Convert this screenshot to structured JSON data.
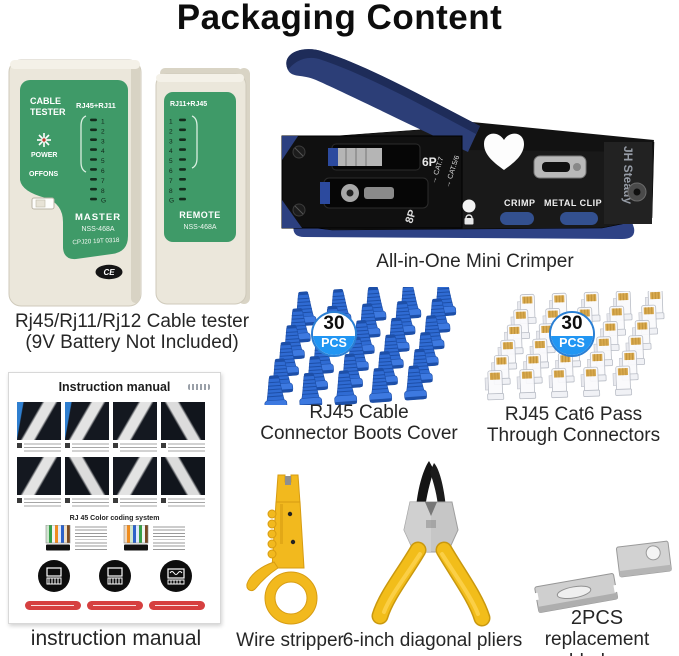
{
  "title": "Packaging Content",
  "colors": {
    "tester_green": "#3f9a68",
    "boots_blue": "#2f6bd3",
    "badge_blue": "#2196f3",
    "badge_ring": "#2a7fd4",
    "crimper_blue": "#2c3e77",
    "tool_yellow": "#f2b91e",
    "manual_accent_red": "#d64040",
    "connector_gold": "#d8a94e"
  },
  "tester": {
    "caption_line1": "Rj45/Rj11/Rj12 Cable tester",
    "caption_line2": "(9V Battery Not Included)",
    "master": {
      "title_line1": "CABLE",
      "title_line2": "TESTER",
      "ports_label": "RJ45+RJ11",
      "power_label": "POWER",
      "switch_label": "OFFONS",
      "unit_name": "MASTER",
      "model": "NSS-468A",
      "batch_code": "CPJ20 19T 0318",
      "ce_mark": "CE",
      "pins": [
        "1",
        "2",
        "3",
        "4",
        "5",
        "6",
        "7",
        "8",
        "G"
      ]
    },
    "remote": {
      "ports_label": "RJ11+RJ45",
      "unit_name": "REMOTE",
      "model": "NSS-468A",
      "pins": [
        "1",
        "2",
        "3",
        "4",
        "5",
        "6",
        "7",
        "8",
        "G"
      ]
    }
  },
  "crimper": {
    "caption": "All-in-One Mini Crimper",
    "port_6p": "6P",
    "cat7": "→ CAT.7",
    "cat56": "→ CAT.5/6",
    "port_8p": "8P",
    "crimp_label": "CRIMP",
    "metal_clip_label": "METAL CLIP",
    "brand": "JH Steady"
  },
  "boots": {
    "badge_count": "30",
    "badge_unit": "PCS",
    "caption_line1": "RJ45 Cable",
    "caption_line2": "Connector Boots Cover"
  },
  "connectors": {
    "badge_count": "30",
    "badge_unit": "PCS",
    "caption_line1": "RJ45 Cat6 Pass",
    "caption_line2": "Through Connectors"
  },
  "manual": {
    "page_title": "Instruction manual",
    "coding_title": "RJ 45 Color coding system",
    "caption": "instruction manual"
  },
  "stripper": {
    "caption": "Wire stripper"
  },
  "pliers": {
    "caption": "6-inch diagonal pliers"
  },
  "blades": {
    "caption_line1": "2PCS",
    "caption_line2": "replacement blades"
  }
}
